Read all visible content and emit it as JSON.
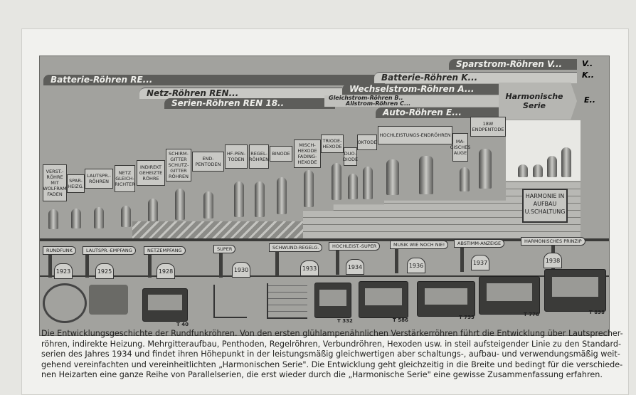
{
  "series_bars": {
    "sparstrom": "Sparstrom-Röhren V...",
    "sparstrom_end": "V..",
    "batterie_k": "Batterie-Röhren K...",
    "batterie_k_end": "K..",
    "batterie_re": "Batterie-Röhren RE...",
    "netz_ren": "Netz-Röhren REN...",
    "wechselstrom": "Wechselstrom-Röhren A...",
    "serien": "Serien-Röhren REN 18..",
    "gleichstrom": "Gleichstrom-Röhren B..",
    "allstrom": "Allstrom-Röhren C...",
    "auto": "Auto-Röhren E...",
    "harmonische": "Harmonische Serie",
    "harmonische_end": "E.."
  },
  "tube_labels": [
    "VERST.-RÖHRE MIT WOLFRAM FADEN",
    "SPAR-HEIZG.",
    "LAUTSPR.-RÖHREN",
    "NETZ GLEICH-RICHTER",
    "INDIREKT GEHEIZTE RÖHRE",
    "SCHIRM-GITTER SCHUTZ-GITTER RÖHREN",
    "END-PENTODEN",
    "HF-PEN-TODEN",
    "REGEL-RÖHREN",
    "BINODE",
    "MISCH-HEXODE FADING-HEXODE",
    "TRIODE-HEXODE",
    "DUO-DIODE",
    "OKTODE",
    "HOCHLEISTUNGS-ENDRÖHREN",
    "MA-GISCHES AUGE",
    "18W ENDPENTODE"
  ],
  "harmonie_plaque": "HARMONIE IN AUFBAU U.SCHALTUNG",
  "milestones": [
    {
      "sign": "RUNDFUNK",
      "year": "1923"
    },
    {
      "sign": "LAUTSPR.-EMPFANG",
      "year": "1925"
    },
    {
      "sign": "NETZEMPFANG",
      "year": "1928"
    },
    {
      "sign": "SUPER",
      "year": "1930"
    },
    {
      "sign": "SCHWUND-REGELG.",
      "year": "1933"
    },
    {
      "sign": "HOCHLEIST.-SUPER",
      "year": "1934"
    },
    {
      "sign": "MUSIK WIE NOCH NIE!",
      "year": "1936"
    },
    {
      "sign": "ABSTIMM-ANZEIGE",
      "year": "1937"
    },
    {
      "sign": "HARMONISCHES PRINZIP",
      "year": "1938"
    }
  ],
  "radio_models": [
    "T 40",
    "T 332",
    "T 586",
    "T 755",
    "T 776",
    "T 898"
  ],
  "caption": [
    "Die Entwicklungsgeschichte der Rundfunkröhren. Von den ersten glühlampenähnlichen Verstärkerröhren führt die Entwicklung über Lautsprecher-",
    "röhren, indirekte Heizung. Mehrgitteraufbau, Penthoden, Regelröhren, Verbundröhren, Hexoden usw. in steil aufsteigender Linie zu den Standard-",
    "serien des Jahres 1934 und findet ihren Höhepunkt in der leistungsmäßig gleichwertigen aber schaltungs-, aufbau- und verwendungsmäßig weit-",
    "gehend vereinfachten und vereinheitlichten „Harmonischen Serie\". Die Entwicklung geht gleichzeitig in die Breite und bedingt für die verschiede-",
    "nen Heizarten eine ganze Reihe von Parallelserien, die erst wieder durch die „Harmonische Serie\" eine gewisse Zusammenfassung erfahren."
  ]
}
